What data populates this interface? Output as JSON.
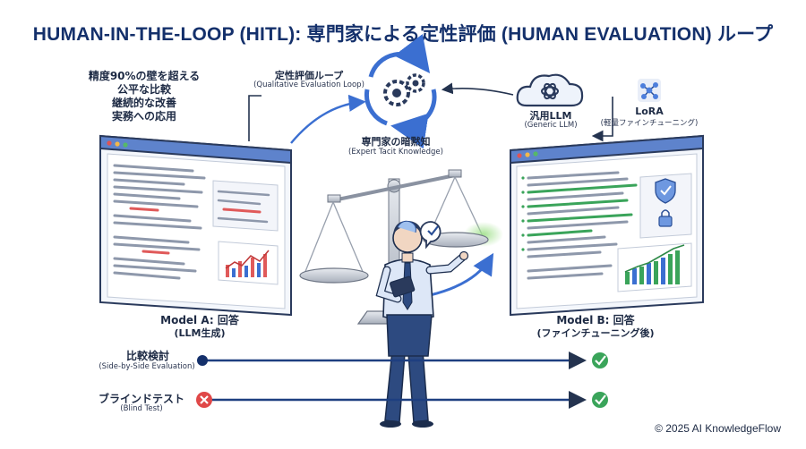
{
  "title": "HUMAN-IN-THE-LOOP (HITL): 専門家による定性評価 (HUMAN EVALUATION) ループ",
  "benefits": [
    "精度90%の壁を超える",
    "公平な比較",
    "継続的な改善",
    "実務への応用"
  ],
  "qual_loop": {
    "label": "定性評価ループ",
    "sub": "(Qualitative Evaluation Loop)"
  },
  "tacit": {
    "label": "専門家の暗黙知",
    "sub": "(Expert Tacit Knowledge)"
  },
  "generic_llm": {
    "label": "汎用LLM",
    "sub": "(Generic LLM)"
  },
  "lora": {
    "label": "LoRA",
    "sub": "(軽量ファインチューニング)"
  },
  "model_a": {
    "label": "Model A: 回答",
    "sub": "(LLM生成)"
  },
  "model_b": {
    "label": "Model B: 回答",
    "sub": "(ファインチューニング後)"
  },
  "side_by_side": {
    "label": "比較検討",
    "sub": "(Side-by-Side Evaluation)"
  },
  "blind_test": {
    "label": "ブラインドテスト",
    "sub": "(Blind Test)"
  },
  "copyright": "© 2025 AI KnowledgeFlow",
  "colors": {
    "primary": "#14306b",
    "accent_blue": "#3b6fd1",
    "green": "#3aa45a",
    "red": "#e04848",
    "window_bar": "#5e83cc"
  },
  "icons": [
    "gear-loop-icon",
    "brain-cloud-icon",
    "network-icon",
    "shield-check-icon",
    "lock-icon",
    "checkmark-icon",
    "cross-icon"
  ]
}
